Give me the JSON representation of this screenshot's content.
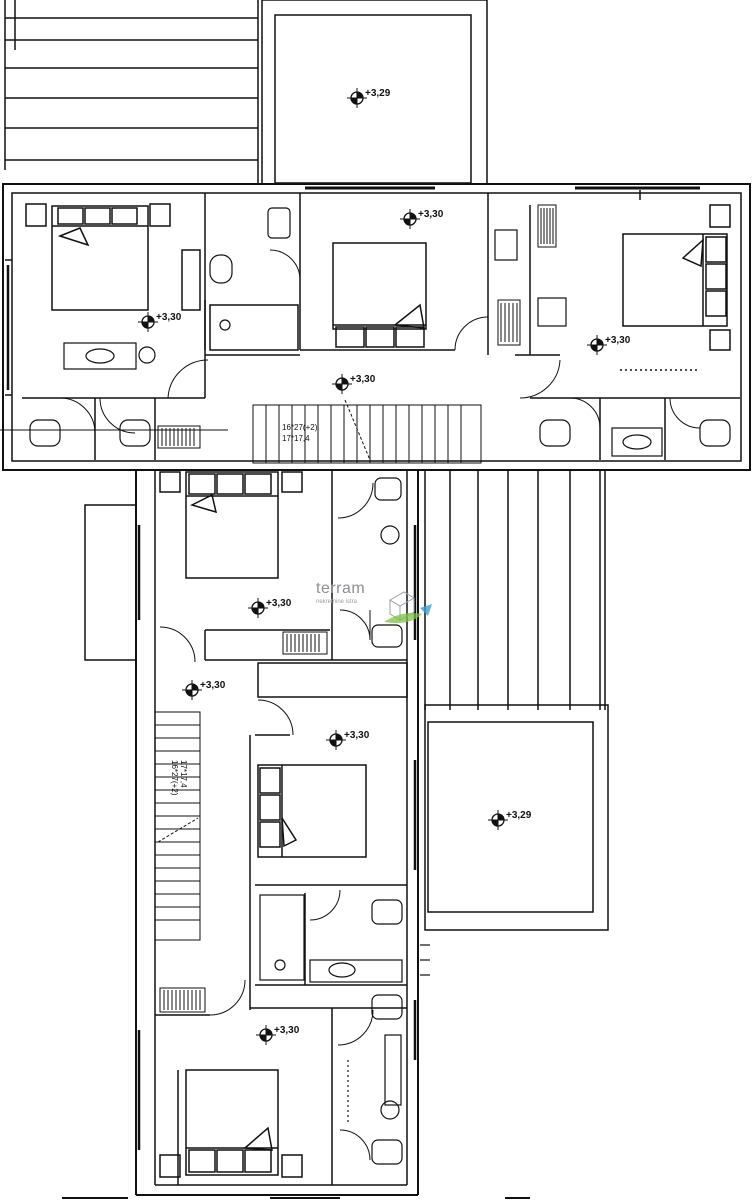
{
  "plan": {
    "level_markers": [
      {
        "id": "terrace-north",
        "text": "+3,29"
      },
      {
        "id": "bedroom-nw",
        "text": "+3,30"
      },
      {
        "id": "bedroom-center-north",
        "text": "+3,30"
      },
      {
        "id": "bedroom-ne",
        "text": "+3,30"
      },
      {
        "id": "hall-north",
        "text": "+3,30"
      },
      {
        "id": "bedroom-mid-west",
        "text": "+3,30"
      },
      {
        "id": "hall-stair-west",
        "text": "+3,30"
      },
      {
        "id": "bedroom-middle",
        "text": "+3,30"
      },
      {
        "id": "terrace-east",
        "text": "+3,29"
      },
      {
        "id": "bedroom-south",
        "text": "+3,30"
      }
    ],
    "stair_north": {
      "line1": "16*27(+2)",
      "line2": "17*17,4"
    },
    "stair_west": {
      "line1": "16*27(+2)",
      "line2": "17*17,4"
    }
  },
  "watermark": {
    "name": "terram",
    "tagline": "nekretnine istra"
  },
  "colors": {
    "ink": "#111111",
    "watermark_grey": "#8a8f94",
    "watermark_green": "#7cc242",
    "watermark_blue": "#3aa0d8"
  }
}
